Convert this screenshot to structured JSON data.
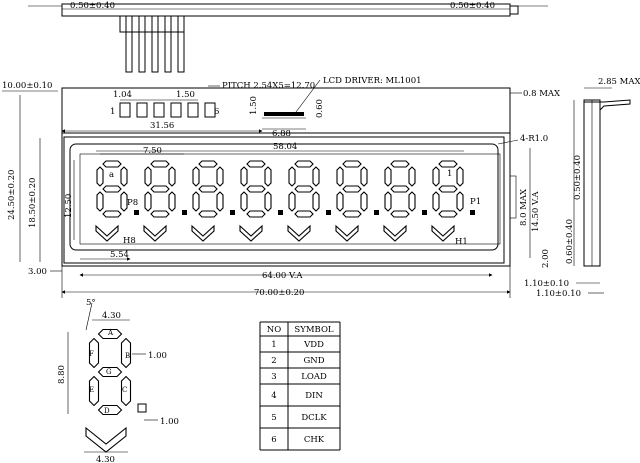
{
  "dimensions": {
    "top_left": "0.50±0.40",
    "top_right": "0.50±0.40",
    "pin_width": "1.04",
    "pin_gap": "1.50",
    "pitch": "PITCH 2.54X5=12.70",
    "lcd_driver": "LCD DRIVER: ML1001",
    "pin_body_h": "1.50",
    "driver_h": "0.60",
    "driver_w": "6.88",
    "dist_3156": "31.56",
    "max_08": "0.8 MAX",
    "max_285": "2.85 MAX",
    "height_total": "10.00±0.10",
    "height_2450": "24.50±0.20",
    "height_1850": "18.50±0.20",
    "height_1250": "12.50",
    "digit_pitch_750": "7.50",
    "width_5804": "58.04",
    "corner_r": "4-R1.0",
    "max_80": "8.0 MAX",
    "va_1450": "14.50 V.A",
    "dim_050": "0.50±0.40",
    "dim_060": "0.60±0.40",
    "dim_200": "2.00",
    "dim_554": "5.54",
    "dim_300": "3.00",
    "va_6400": "64.00 V.A",
    "width_7000": "70.00±0.20",
    "dim_110a": "1.10±0.10",
    "dim_110b": "1.10±0.10"
  },
  "lcd_labels": {
    "a": "a",
    "p8": "P8",
    "h8": "H8",
    "one": "1",
    "p1": "P1",
    "h1": "H1"
  },
  "pins": {
    "first": "1",
    "last": "6"
  },
  "segment_detail": {
    "angle": "5°",
    "width_top": "4.30",
    "height": "8.80",
    "seg_w": "1.00",
    "dp_w": "1.00",
    "width_bottom": "4.30",
    "labels": [
      "A",
      "B",
      "C",
      "D",
      "E",
      "F",
      "G"
    ]
  },
  "pin_table": {
    "headers": [
      "NO",
      "SYMBOL"
    ],
    "rows": [
      [
        "1",
        "VDD"
      ],
      [
        "2",
        "GND"
      ],
      [
        "3",
        "LOAD"
      ],
      [
        "4",
        "DIN"
      ],
      [
        "5",
        "DCLK"
      ],
      [
        "6",
        "CHK"
      ]
    ]
  }
}
